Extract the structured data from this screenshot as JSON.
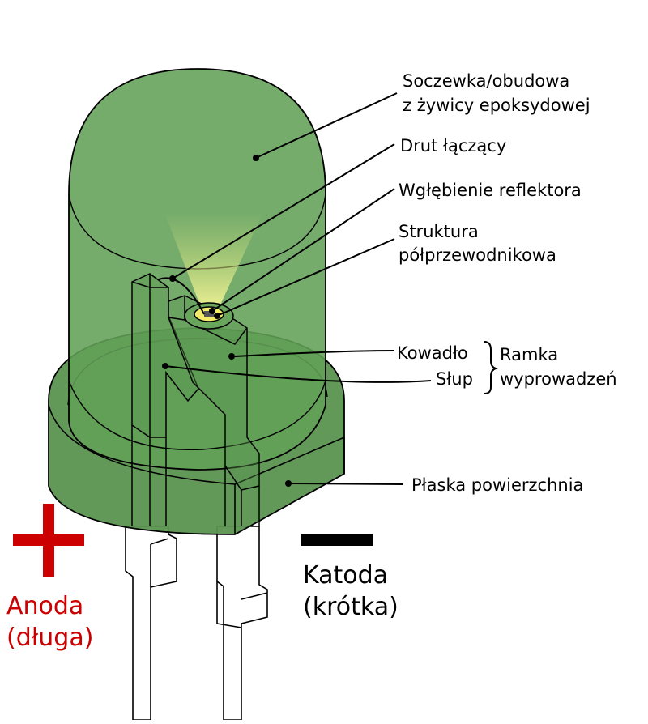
{
  "labels": {
    "lens_line1": "Soczewka/obudowa",
    "lens_line2": "z żywicy epoksydowej",
    "wire": "Drut łączący",
    "reflector": "Wgłębienie reflektora",
    "semi_line1": "Struktura",
    "semi_line2": "półprzewodnikowa",
    "anvil": "Kowadło",
    "post": "Słup",
    "frame_line1": "Ramka",
    "frame_line2": "wyprowadzeń",
    "flat": "Płaska powierzchnia"
  },
  "terminals": {
    "anode_symbol": "+",
    "anode_line1": "Anoda",
    "anode_line2": "(długa)",
    "cathode_symbol": "−",
    "cathode_line1": "Katoda",
    "cathode_line2": "(krótka)"
  },
  "colors": {
    "body_green": "#5f9a55",
    "rim_green": "#5a9350",
    "anode_red": "#cc0000",
    "outline": "#000000",
    "glow": "#f5f07a"
  }
}
